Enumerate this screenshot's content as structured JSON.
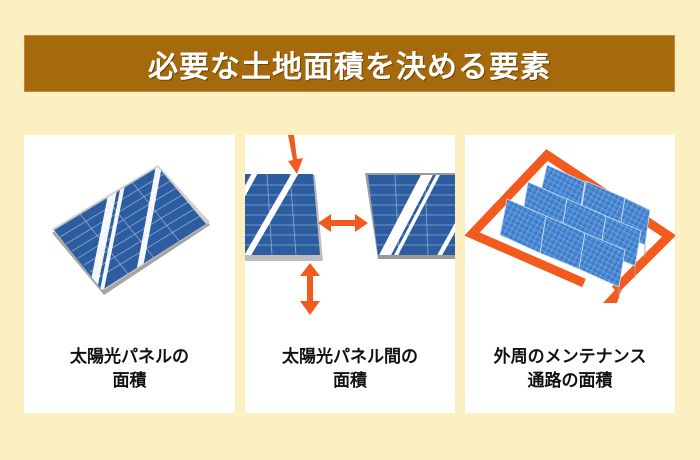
{
  "banner": {
    "title": "必要な土地面積を決める要素",
    "bg_color": "#A66A0C"
  },
  "background_color": "#FCEFC1",
  "accent_color": "#F25A1E",
  "panel_blue": "#2D5DA1",
  "cards": [
    {
      "illustration": "single-solar-panel",
      "caption_lines": [
        "太陽光パネルの",
        "面積"
      ]
    },
    {
      "illustration": "solar-panels-with-spacing-arrows",
      "caption_lines": [
        "太陽光パネル間の",
        "面積"
      ]
    },
    {
      "illustration": "solar-array-with-perimeter-path-arrow",
      "caption_lines": [
        "外周のメンテナンス",
        "通路の面積"
      ]
    }
  ]
}
